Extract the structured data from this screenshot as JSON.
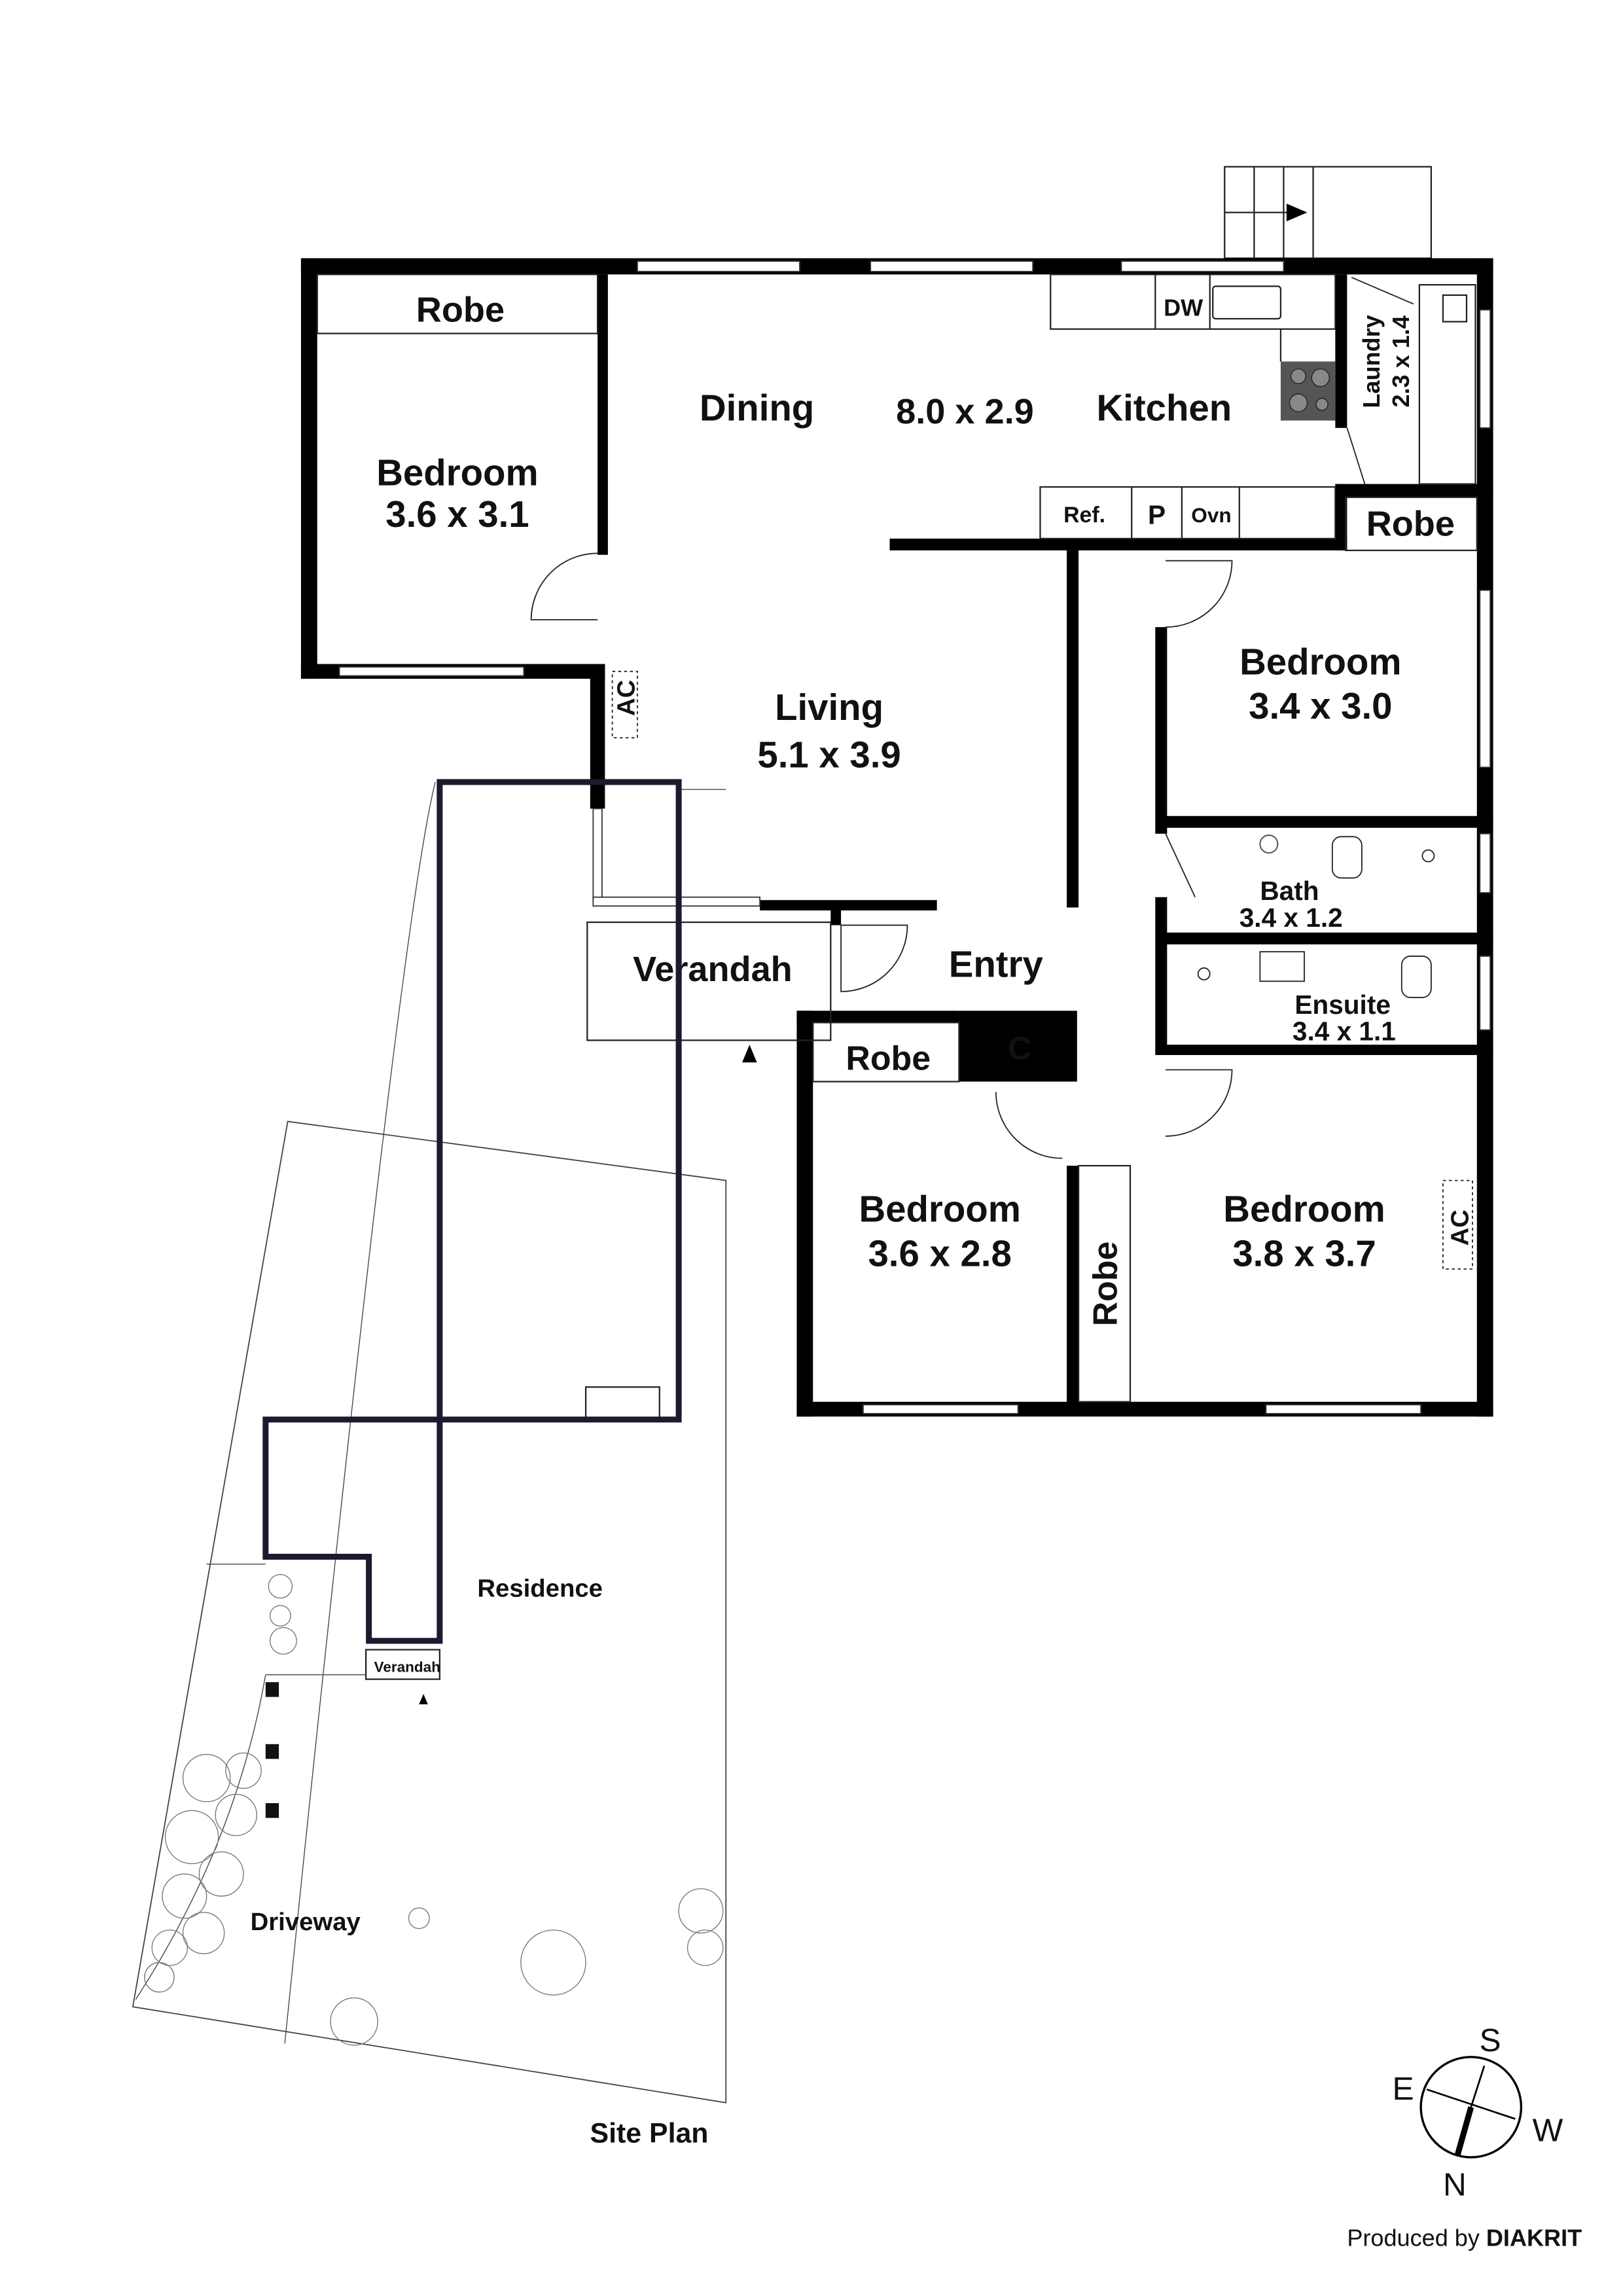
{
  "rooms": {
    "bedroom_nw": {
      "name": "Bedroom",
      "size": "3.6 x 3.1"
    },
    "robe_nw": "Robe",
    "dining": "Dining",
    "dining_kitchen_size": "8.0 x 2.9",
    "kitchen": "Kitchen",
    "dw": "DW",
    "ref": "Ref.",
    "pantry": "P",
    "oven": "Ovn",
    "laundry": {
      "name": "Laundry",
      "size": "2.3 x 1.4"
    },
    "robe_ne": "Robe",
    "bedroom_ne": {
      "name": "Bedroom",
      "size": "3.4 x 3.0"
    },
    "living": {
      "name": "Living",
      "size": "5.1 x 3.9"
    },
    "ac_living": "AC",
    "bath": {
      "name": "Bath",
      "size": "3.4 x 1.2"
    },
    "ensuite": {
      "name": "Ensuite",
      "size": "3.4 x 1.1"
    },
    "verandah": "Verandah",
    "entry": "Entry",
    "robe_sw": "Robe",
    "cupboard": "C",
    "bedroom_sw": {
      "name": "Bedroom",
      "size": "3.6 x 2.8"
    },
    "robe_s": "Robe",
    "bedroom_se": {
      "name": "Bedroom",
      "size": "3.8 x 3.7"
    },
    "ac_bedroom": "AC"
  },
  "site_plan": {
    "title": "Site Plan",
    "residence": "Residence",
    "verandah": "Verandah",
    "driveway": "Driveway"
  },
  "compass": {
    "n": "N",
    "s": "S",
    "e": "E",
    "w": "W"
  },
  "credit": {
    "prefix": "Produced by",
    "brand": "DIAKRIT"
  },
  "colors": {
    "wall": "#000000",
    "site_outline": "#1c1a2e",
    "cooktop": "#555555"
  }
}
